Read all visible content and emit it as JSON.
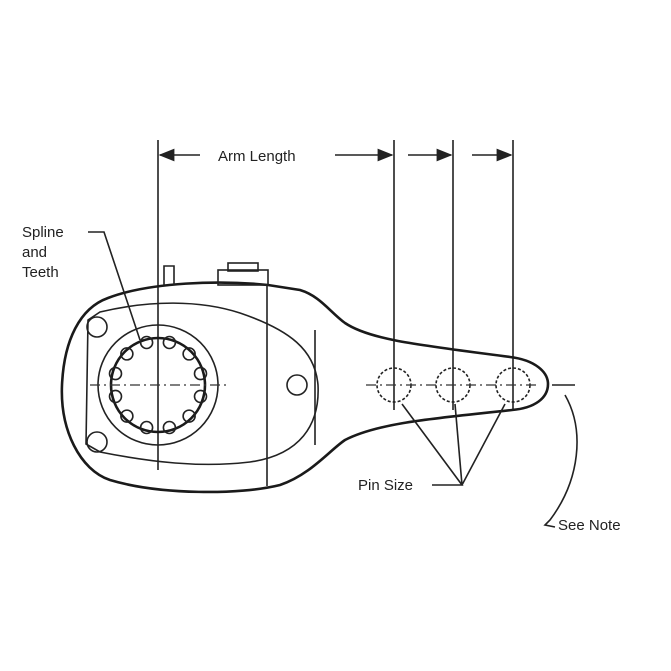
{
  "labels": {
    "arm_length": "Arm Length",
    "spline_line1": "Spline",
    "spline_line2": "and",
    "spline_line3": "Teeth",
    "pin_size": "Pin Size",
    "see_note": "See Note"
  },
  "colors": {
    "ink": "#222222",
    "background": "#ffffff"
  }
}
